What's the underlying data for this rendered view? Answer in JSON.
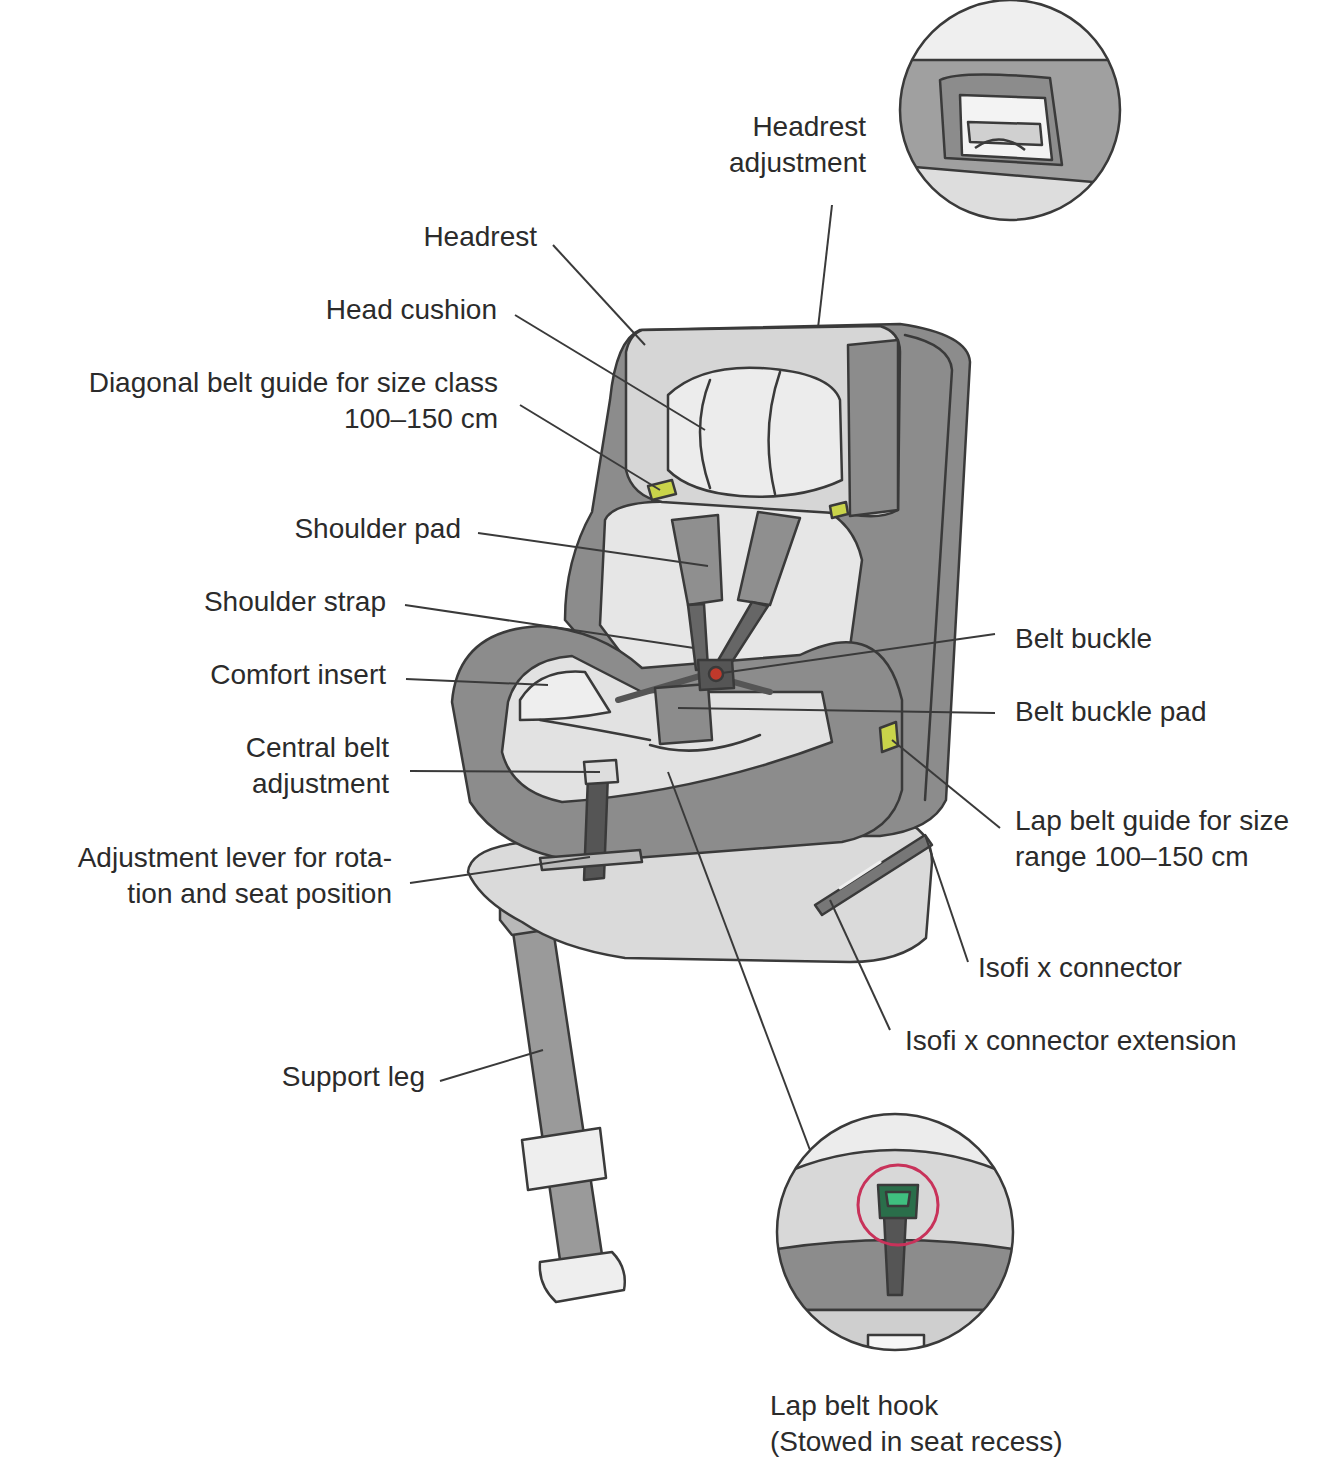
{
  "diagram": {
    "labels": [
      "Headrest adjustment",
      "Headrest",
      "Head cushion",
      "Diagonal belt guide for size class 100–150 cm",
      "Shoulder pad",
      "Shoulder strap",
      "Belt buckle",
      "Comfort insert",
      "Belt buckle pad",
      "Central belt adjustment",
      "Lap belt guide for size range 100–150 cm",
      "Adjustment lever for rota- tion and seat position",
      "Isofi x connector",
      "Isofi x connector extension",
      "Support leg",
      "Lap belt hook",
      "(Stowed in seat recess)"
    ]
  }
}
